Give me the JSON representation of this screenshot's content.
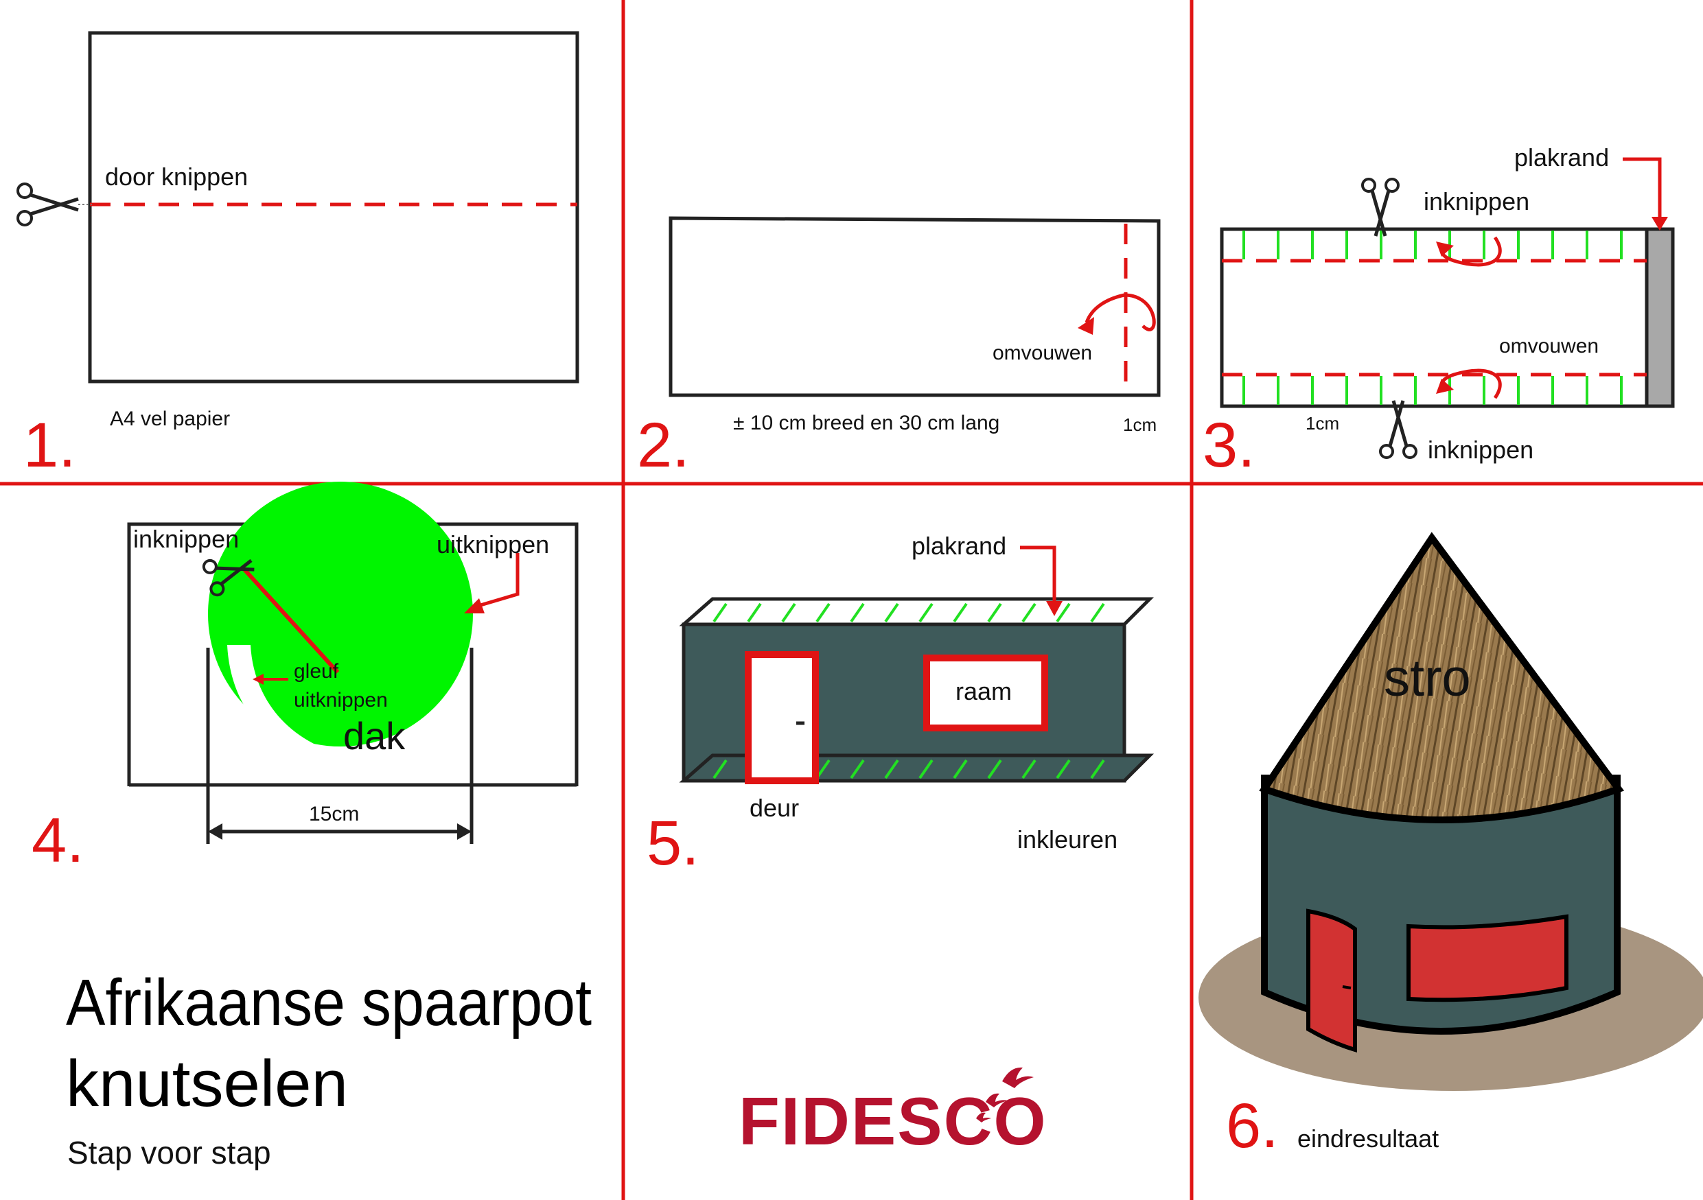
{
  "colors": {
    "divider": "#e01414",
    "accent_red": "#e01414",
    "roof_green": "#00f500",
    "tab_green": "#22e022",
    "wall_dark": "#3e5a5a",
    "glue_flap": "#a8a8a8",
    "thatch": "#9a7a4e",
    "ground": "#a89580",
    "door_red": "#d23232",
    "brand": "#b5122e"
  },
  "steps": [
    {
      "number": "1.",
      "labels": {
        "cut": "door knippen",
        "caption": "A4 vel papier"
      },
      "icons": [
        "scissors-icon"
      ]
    },
    {
      "number": "2.",
      "labels": {
        "fold": "omvouwen",
        "caption": "± 10 cm breed en 30 cm lang",
        "margin": "1cm"
      },
      "icons": [
        "curved-arrow-icon"
      ]
    },
    {
      "number": "3.",
      "labels": {
        "glue": "plakrand",
        "cut_top": "inknippen",
        "fold": "omvouwen",
        "margin": "1cm",
        "cut_bottom": "inknippen"
      },
      "icons": [
        "scissors-icon",
        "curved-arrow-icon"
      ]
    },
    {
      "number": "4.",
      "labels": {
        "cut_in": "inknippen",
        "cut_out": "uitknippen",
        "slot": "gleuf",
        "slot2": "uitknippen",
        "roof": "dak",
        "size": "15cm"
      },
      "icons": [
        "scissors-icon"
      ]
    },
    {
      "number": "5.",
      "labels": {
        "glue": "plakrand",
        "window": "raam",
        "door": "deur",
        "color": "inkleuren"
      },
      "icons": []
    },
    {
      "number": "6.",
      "labels": {
        "straw": "stro",
        "result": "eindresultaat"
      },
      "icons": [
        "hut-icon"
      ]
    }
  ],
  "title": {
    "line1": "Afrikaanse spaarpot",
    "line2": "knutselen",
    "subtitle": "Stap voor stap"
  },
  "brand": {
    "name": "FIDESCO"
  }
}
